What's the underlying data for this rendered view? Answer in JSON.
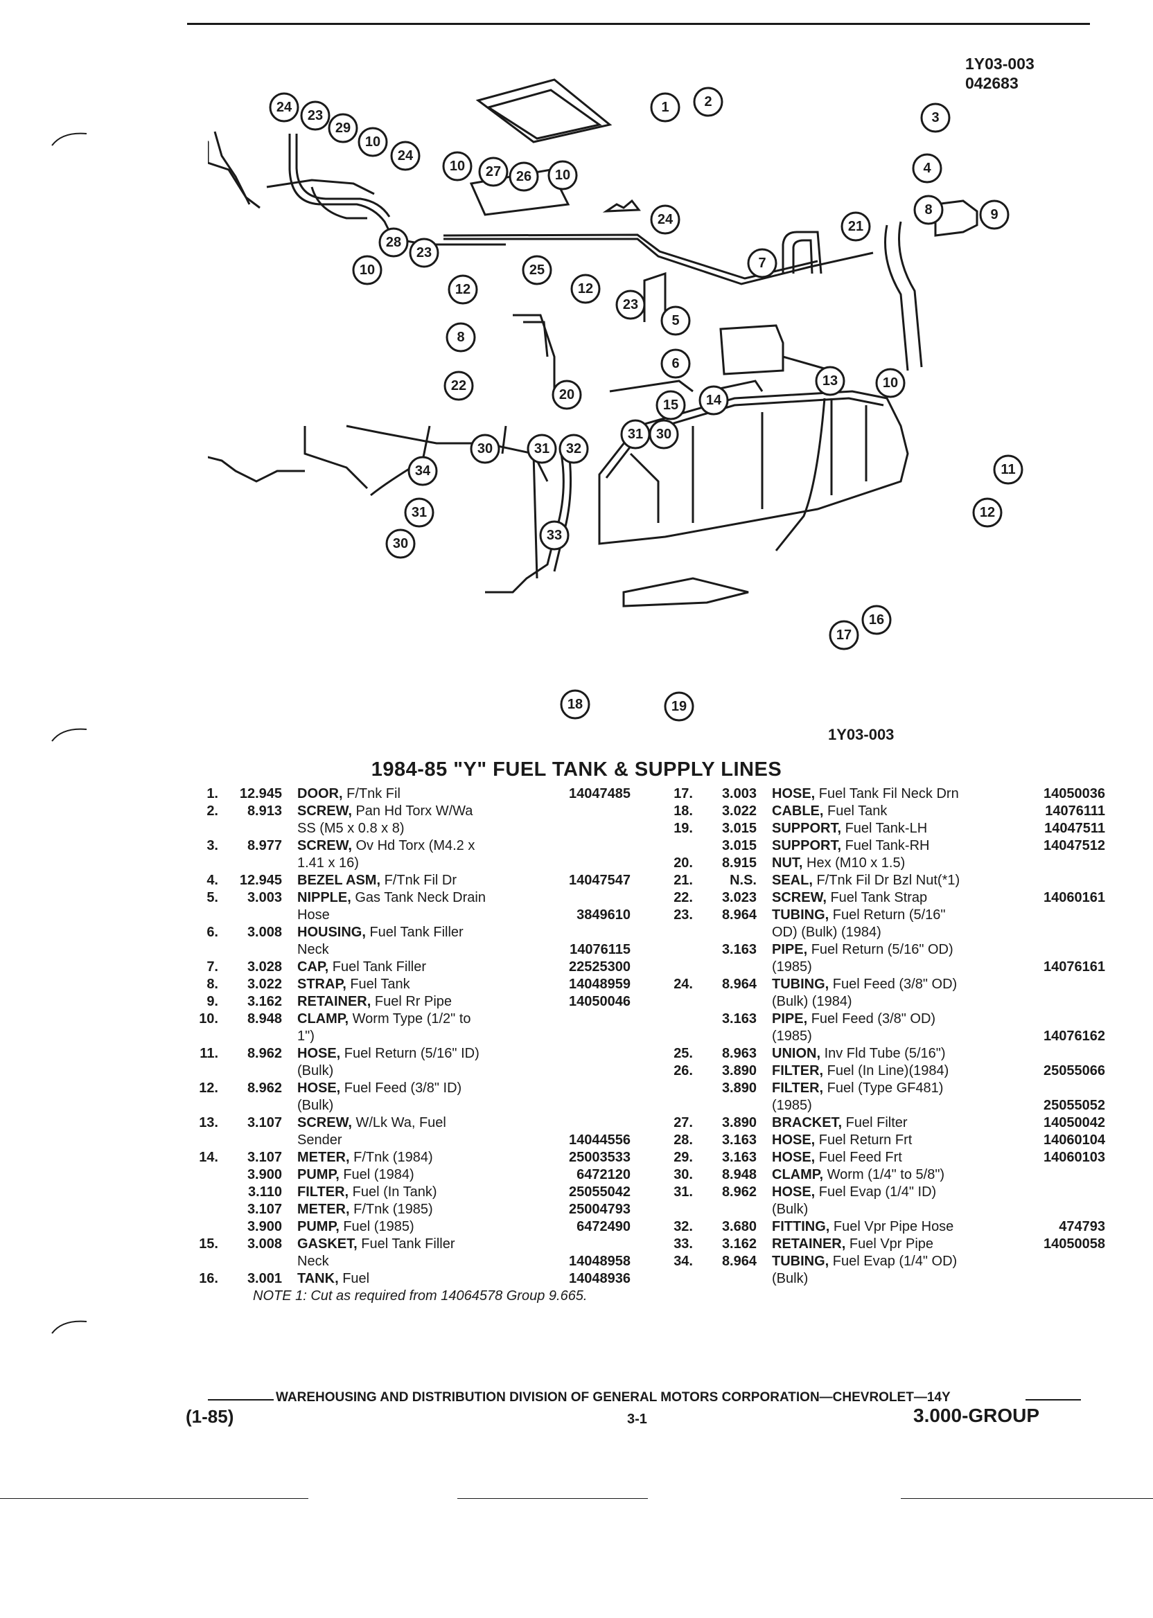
{
  "header": {
    "code_line1": "1Y03-003",
    "code_line2": "042683"
  },
  "figure": {
    "caption": "1Y03-003",
    "callouts": [
      "24",
      "23",
      "29",
      "10",
      "24",
      "10",
      "27",
      "26",
      "10",
      "1",
      "2",
      "3",
      "4",
      "8",
      "9",
      "21",
      "24",
      "12",
      "25",
      "12",
      "23",
      "28",
      "23",
      "10",
      "7",
      "5",
      "6",
      "8",
      "22",
      "20",
      "15",
      "14",
      "13",
      "10",
      "11",
      "12",
      "30",
      "31",
      "32",
      "31",
      "30",
      "34",
      "31",
      "30",
      "33",
      "17",
      "16",
      "18",
      "19"
    ]
  },
  "title": "1984-85 \"Y\" FUEL TANK & SUPPLY LINES",
  "parts_left": [
    {
      "num": "1.",
      "grp": "12.945",
      "name": "DOOR,",
      "desc": "F/Tnk Fil",
      "pn": "14047485",
      "cont": ""
    },
    {
      "num": "2.",
      "grp": "8.913",
      "name": "SCREW,",
      "desc": "Pan Hd Torx W/Wa",
      "pn": "",
      "cont": "SS (M5 x 0.8 x 8)"
    },
    {
      "num": "3.",
      "grp": "8.977",
      "name": "SCREW,",
      "desc": "Ov Hd Torx (M4.2 x",
      "pn": "",
      "cont": "1.41 x 16)"
    },
    {
      "num": "4.",
      "grp": "12.945",
      "name": "BEZEL ASM,",
      "desc": "F/Tnk Fil Dr",
      "pn": "14047547",
      "cont": ""
    },
    {
      "num": "5.",
      "grp": "3.003",
      "name": "NIPPLE,",
      "desc": "Gas Tank Neck Drain",
      "pn": "3849610",
      "cont": "Hose"
    },
    {
      "num": "6.",
      "grp": "3.008",
      "name": "HOUSING,",
      "desc": "Fuel Tank Filler",
      "pn": "14076115",
      "cont": "Neck"
    },
    {
      "num": "7.",
      "grp": "3.028",
      "name": "CAP,",
      "desc": "Fuel Tank Filler",
      "pn": "22525300",
      "cont": ""
    },
    {
      "num": "8.",
      "grp": "3.022",
      "name": "STRAP,",
      "desc": "Fuel Tank",
      "pn": "14048959",
      "cont": ""
    },
    {
      "num": "9.",
      "grp": "3.162",
      "name": "RETAINER,",
      "desc": "Fuel Rr Pipe",
      "pn": "14050046",
      "cont": ""
    },
    {
      "num": "10.",
      "grp": "8.948",
      "name": "CLAMP,",
      "desc": "Worm Type (1/2\" to",
      "pn": "",
      "cont": "1\")"
    },
    {
      "num": "11.",
      "grp": "8.962",
      "name": "HOSE,",
      "desc": "Fuel Return (5/16\" ID)",
      "pn": "",
      "cont": "(Bulk)"
    },
    {
      "num": "12.",
      "grp": "8.962",
      "name": "HOSE,",
      "desc": "Fuel Feed (3/8\" ID)",
      "pn": "",
      "cont": "(Bulk)"
    },
    {
      "num": "13.",
      "grp": "3.107",
      "name": "SCREW,",
      "desc": "W/Lk Wa, Fuel",
      "pn": "14044556",
      "cont": "Sender"
    },
    {
      "num": "14.",
      "grp": "3.107",
      "name": "METER,",
      "desc": "F/Tnk (1984)",
      "pn": "25003533",
      "cont": ""
    },
    {
      "num": "",
      "grp": "3.900",
      "name": "PUMP,",
      "desc": "Fuel (1984)",
      "pn": "6472120",
      "cont": ""
    },
    {
      "num": "",
      "grp": "3.110",
      "name": "FILTER,",
      "desc": "Fuel (In Tank)",
      "pn": "25055042",
      "cont": ""
    },
    {
      "num": "",
      "grp": "3.107",
      "name": "METER,",
      "desc": "F/Tnk (1985)",
      "pn": "25004793",
      "cont": ""
    },
    {
      "num": "",
      "grp": "3.900",
      "name": "PUMP,",
      "desc": "Fuel (1985)",
      "pn": "6472490",
      "cont": ""
    },
    {
      "num": "15.",
      "grp": "3.008",
      "name": "GASKET,",
      "desc": "Fuel Tank Filler",
      "pn": "14048958",
      "cont": "Neck"
    },
    {
      "num": "16.",
      "grp": "3.001",
      "name": "TANK,",
      "desc": "Fuel",
      "pn": "14048936",
      "cont": ""
    }
  ],
  "parts_right": [
    {
      "num": "17.",
      "grp": "3.003",
      "name": "HOSE,",
      "desc": "Fuel Tank Fil Neck Drn",
      "pn": "14050036",
      "cont": ""
    },
    {
      "num": "18.",
      "grp": "3.022",
      "name": "CABLE,",
      "desc": "Fuel Tank",
      "pn": "14076111",
      "cont": ""
    },
    {
      "num": "19.",
      "grp": "3.015",
      "name": "SUPPORT,",
      "desc": "Fuel Tank-LH",
      "pn": "14047511",
      "cont": ""
    },
    {
      "num": "",
      "grp": "3.015",
      "name": "SUPPORT,",
      "desc": "Fuel Tank-RH",
      "pn": "14047512",
      "cont": ""
    },
    {
      "num": "20.",
      "grp": "8.915",
      "name": "NUT,",
      "desc": "Hex (M10 x 1.5)",
      "pn": "",
      "cont": ""
    },
    {
      "num": "21.",
      "grp": "N.S.",
      "name": "SEAL,",
      "desc": "F/Tnk Fil Dr Bzl Nut(*1)",
      "pn": "",
      "cont": ""
    },
    {
      "num": "22.",
      "grp": "3.023",
      "name": "SCREW,",
      "desc": "Fuel Tank Strap",
      "pn": "14060161",
      "cont": ""
    },
    {
      "num": "23.",
      "grp": "8.964",
      "name": "TUBING,",
      "desc": "Fuel Return (5/16\"",
      "pn": "",
      "cont": "OD) (Bulk) (1984)"
    },
    {
      "num": "",
      "grp": "3.163",
      "name": "PIPE,",
      "desc": "Fuel Return (5/16\" OD)",
      "pn": "14076161",
      "cont": "(1985)"
    },
    {
      "num": "24.",
      "grp": "8.964",
      "name": "TUBING,",
      "desc": "Fuel Feed (3/8\" OD)",
      "pn": "",
      "cont": "(Bulk) (1984)"
    },
    {
      "num": "",
      "grp": "3.163",
      "name": "PIPE,",
      "desc": "Fuel Feed (3/8\" OD)",
      "pn": "14076162",
      "cont": "(1985)"
    },
    {
      "num": "25.",
      "grp": "8.963",
      "name": "UNION,",
      "desc": "Inv Fld Tube (5/16\")",
      "pn": "",
      "cont": ""
    },
    {
      "num": "26.",
      "grp": "3.890",
      "name": "FILTER,",
      "desc": "Fuel (In Line)(1984)",
      "pn": "25055066",
      "cont": ""
    },
    {
      "num": "",
      "grp": "3.890",
      "name": "FILTER,",
      "desc": "Fuel (Type GF481)",
      "pn": "25055052",
      "cont": "(1985)"
    },
    {
      "num": "27.",
      "grp": "3.890",
      "name": "BRACKET,",
      "desc": "Fuel Filter",
      "pn": "14050042",
      "cont": ""
    },
    {
      "num": "28.",
      "grp": "3.163",
      "name": "HOSE,",
      "desc": "Fuel Return Frt",
      "pn": "14060104",
      "cont": ""
    },
    {
      "num": "29.",
      "grp": "3.163",
      "name": "HOSE,",
      "desc": "Fuel Feed Frt",
      "pn": "14060103",
      "cont": ""
    },
    {
      "num": "30.",
      "grp": "8.948",
      "name": "CLAMP,",
      "desc": "Worm (1/4\" to 5/8\")",
      "pn": "",
      "cont": ""
    },
    {
      "num": "31.",
      "grp": "8.962",
      "name": "HOSE,",
      "desc": "Fuel Evap (1/4\" ID)",
      "pn": "",
      "cont": "(Bulk)"
    },
    {
      "num": "32.",
      "grp": "3.680",
      "name": "FITTING,",
      "desc": "Fuel Vpr Pipe Hose",
      "pn": "474793",
      "cont": ""
    },
    {
      "num": "33.",
      "grp": "3.162",
      "name": "RETAINER,",
      "desc": "Fuel Vpr Pipe",
      "pn": "14050058",
      "cont": ""
    },
    {
      "num": "34.",
      "grp": "8.964",
      "name": "TUBING,",
      "desc": "Fuel Evap (1/4\" OD)",
      "pn": "",
      "cont": "(Bulk)"
    }
  ],
  "note": "NOTE 1: Cut as required from 14064578 Group 9.665.",
  "footer": {
    "line": "WAREHOUSING AND DISTRIBUTION DIVISION OF GENERAL MOTORS CORPORATION—CHEVROLET—14Y",
    "date": "(1-85)",
    "page": "3-1",
    "group": "3.000-GROUP"
  }
}
